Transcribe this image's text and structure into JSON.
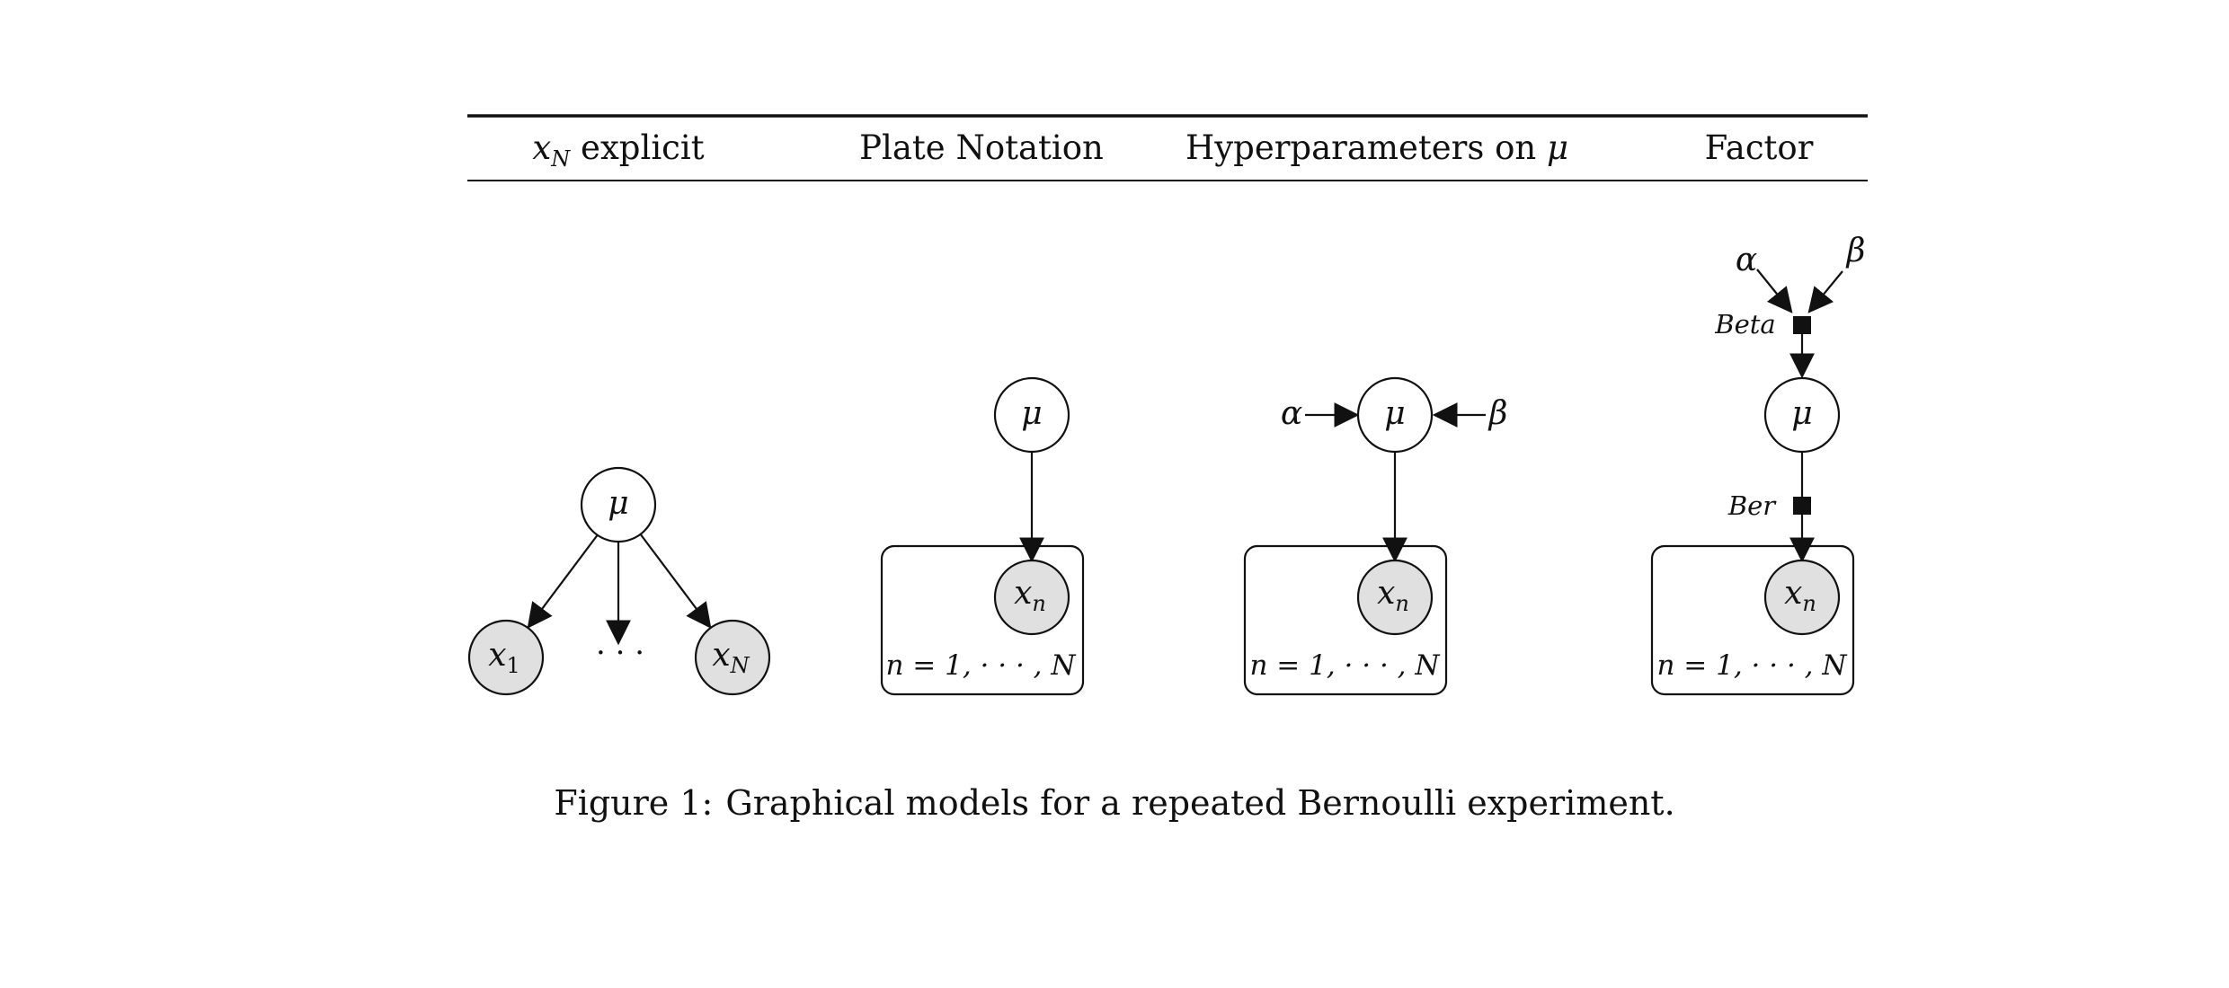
{
  "table": {
    "headers": [
      {
        "base": "x",
        "sub": "N",
        "rest": " explicit"
      },
      {
        "text": "Plate Notation"
      },
      {
        "text": "Hyperparameters on ",
        "sym": "μ"
      },
      {
        "text": "Factor"
      }
    ]
  },
  "diagrams": {
    "explicit": {
      "mu": "μ",
      "x1": {
        "base": "x",
        "sub": "1"
      },
      "dots": "· · ·",
      "xN": {
        "base": "x",
        "sub": "N"
      }
    },
    "plate": {
      "mu": "μ",
      "xn": {
        "base": "x",
        "sub": "n"
      },
      "plate_label": "n = 1, · · · , N"
    },
    "hyper": {
      "alpha": "α",
      "mu": "μ",
      "beta": "β",
      "xn": {
        "base": "x",
        "sub": "n"
      },
      "plate_label": "n = 1, · · · , N"
    },
    "factor": {
      "alpha": "α",
      "beta": "β",
      "beta_factor": "Beta",
      "mu": "μ",
      "ber_factor": "Ber",
      "xn": {
        "base": "x",
        "sub": "n"
      },
      "plate_label": "n = 1, · · · , N"
    }
  },
  "colors": {
    "observed_fill": "#e0e0e0",
    "latent_fill": "#ffffff",
    "stroke": "#111111"
  },
  "caption": {
    "label": "Figure 1:",
    "text": "Graphical models for a repeated Bernoulli experiment."
  }
}
